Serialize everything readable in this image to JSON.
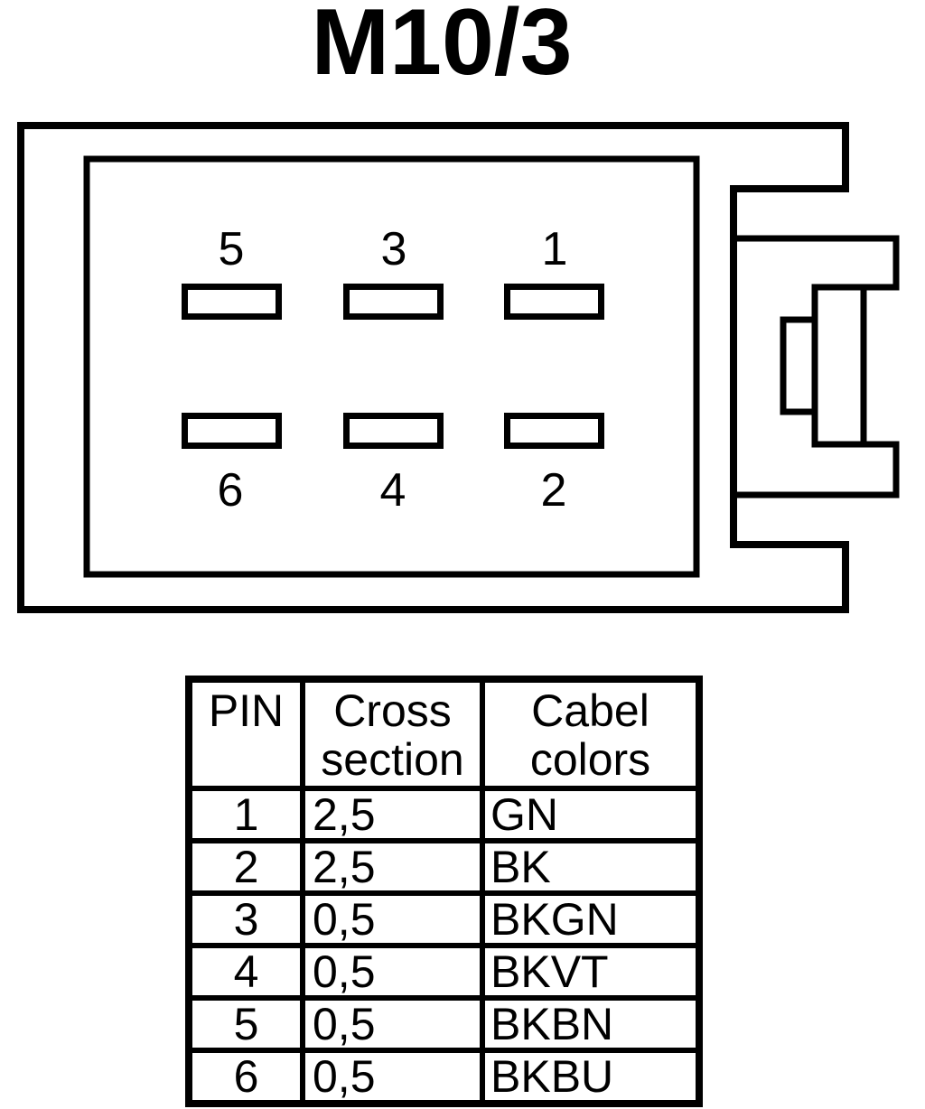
{
  "title": "M10/3",
  "connector": {
    "pin_labels_top": [
      "5",
      "3",
      "1"
    ],
    "pin_labels_bottom": [
      "6",
      "4",
      "2"
    ]
  },
  "table": {
    "headers": {
      "pin": "PIN",
      "cross_section": "Cross section",
      "cable_colors": "Cabel colors"
    },
    "rows": [
      {
        "pin": "1",
        "cross_section": "2,5",
        "cable_color": "GN"
      },
      {
        "pin": "2",
        "cross_section": "2,5",
        "cable_color": "BK"
      },
      {
        "pin": "3",
        "cross_section": "0,5",
        "cable_color": "BKGN"
      },
      {
        "pin": "4",
        "cross_section": "0,5",
        "cable_color": "BKVT"
      },
      {
        "pin": "5",
        "cross_section": "0,5",
        "cable_color": "BKBN"
      },
      {
        "pin": "6",
        "cross_section": "0,5",
        "cable_color": "BKBU"
      }
    ]
  },
  "colors": {
    "line": "#000000",
    "background": "#ffffff"
  }
}
